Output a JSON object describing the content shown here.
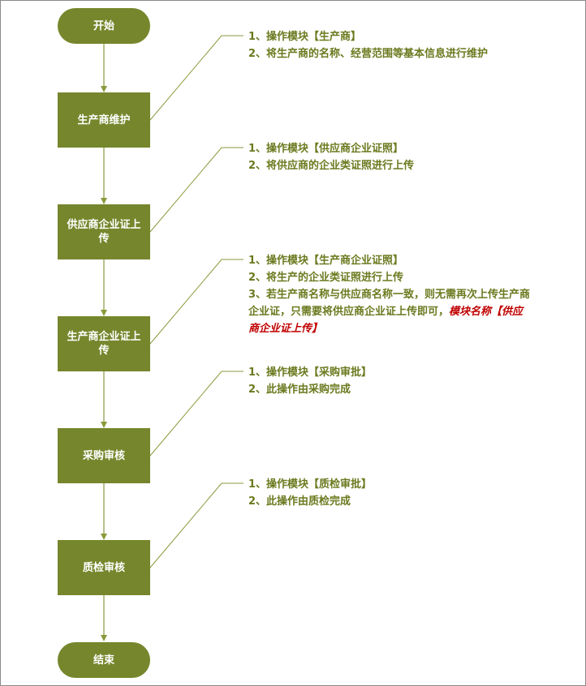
{
  "colors": {
    "node_fill": "#76862c",
    "node_text": "#ffffff",
    "note_text": "#6b7a1f",
    "highlight": "#c00000",
    "arrow": "#8a9a3c"
  },
  "start": {
    "label": "开始"
  },
  "end": {
    "label": "结束"
  },
  "steps": [
    {
      "label": "生产商维护",
      "notes": [
        "1、操作模块【生产商】",
        "2、将生产商的名称、经营范围等基本信息进行维护"
      ]
    },
    {
      "label": "供应商企业证上传",
      "notes": [
        "1、操作模块【供应商企业证照】",
        "2、将供应商的企业类证照进行上传"
      ]
    },
    {
      "label": "生产商企业证上传",
      "notes": [
        "1、操作模块【生产商企业证照】",
        "2、将生产的企业类证照进行上传"
      ],
      "note_extra": {
        "line1": "3、若生产商名称与供应商名称一致，则无需再次上传生产商",
        "line2": "企业证，只需要将供应商企业证上传即可，",
        "highlight_a": "模块名称【供应",
        "highlight_b": "商企业证上传】"
      }
    },
    {
      "label": "采购审核",
      "notes": [
        "1、操作模块【采购审批】",
        "2、此操作由采购完成"
      ]
    },
    {
      "label": "质检审核",
      "notes": [
        "1、操作模块【质检审批】",
        "2、此操作由质检完成"
      ]
    }
  ]
}
